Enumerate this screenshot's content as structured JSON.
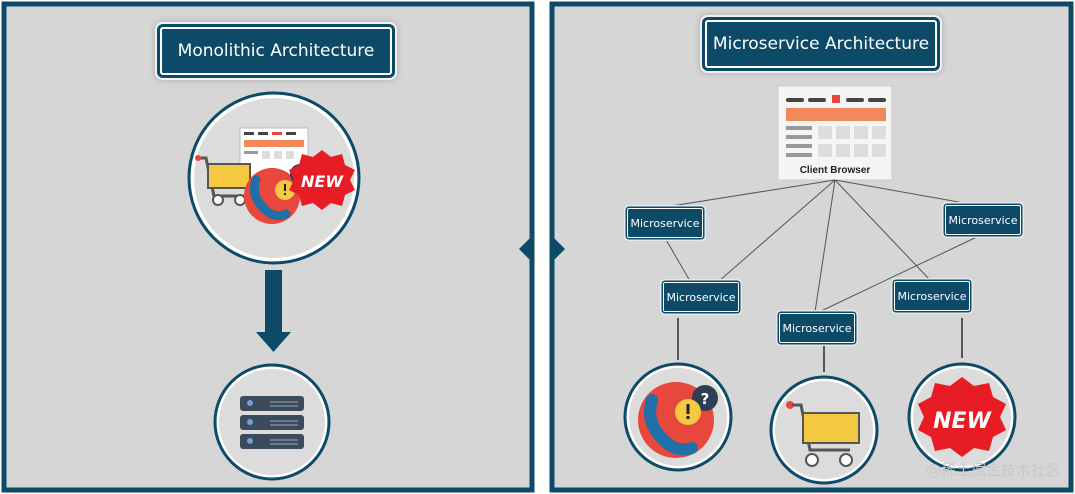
{
  "left_panel": {
    "title": "Monolithic Architecture",
    "badge_text": "NEW"
  },
  "right_panel": {
    "title": "Microservice Architecture",
    "client_label": "Client Browser",
    "microservice_label": "Microservice",
    "badge_text": "NEW"
  },
  "watermark": "@稀土掘金技术社区",
  "colors": {
    "navy": "#0d4a68",
    "panel_bg": "#d6d6d6",
    "accent_red": "#e8473c",
    "cart_yellow": "#f5c842",
    "phone_blue": "#1f6fa8"
  }
}
